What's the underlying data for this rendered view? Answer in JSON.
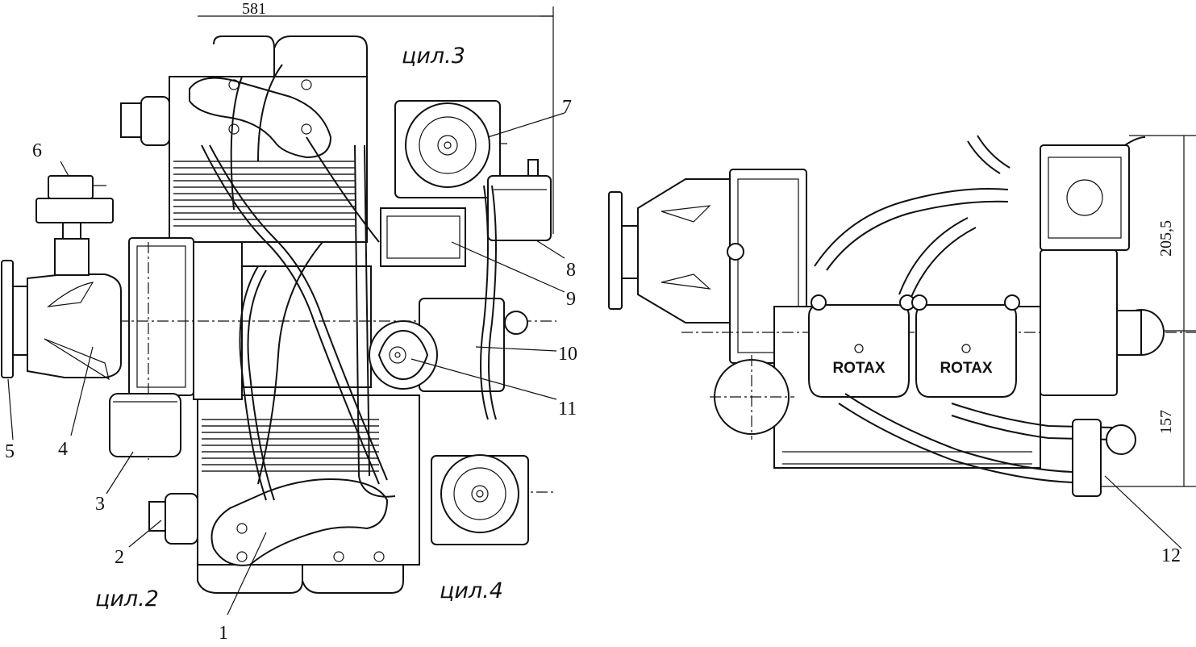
{
  "dimensions": {
    "width_overall": "581",
    "height_upper": "205,5",
    "height_lower": "157"
  },
  "cylinder_labels": {
    "cyl3": "цил.3",
    "cyl2": "цил.2",
    "cyl4": "цил.4"
  },
  "brand_labels": [
    "ROTAX",
    "ROTAX"
  ],
  "callouts": [
    "1",
    "2",
    "3",
    "4",
    "5",
    "6",
    "7",
    "8",
    "9",
    "10",
    "11",
    "12"
  ]
}
